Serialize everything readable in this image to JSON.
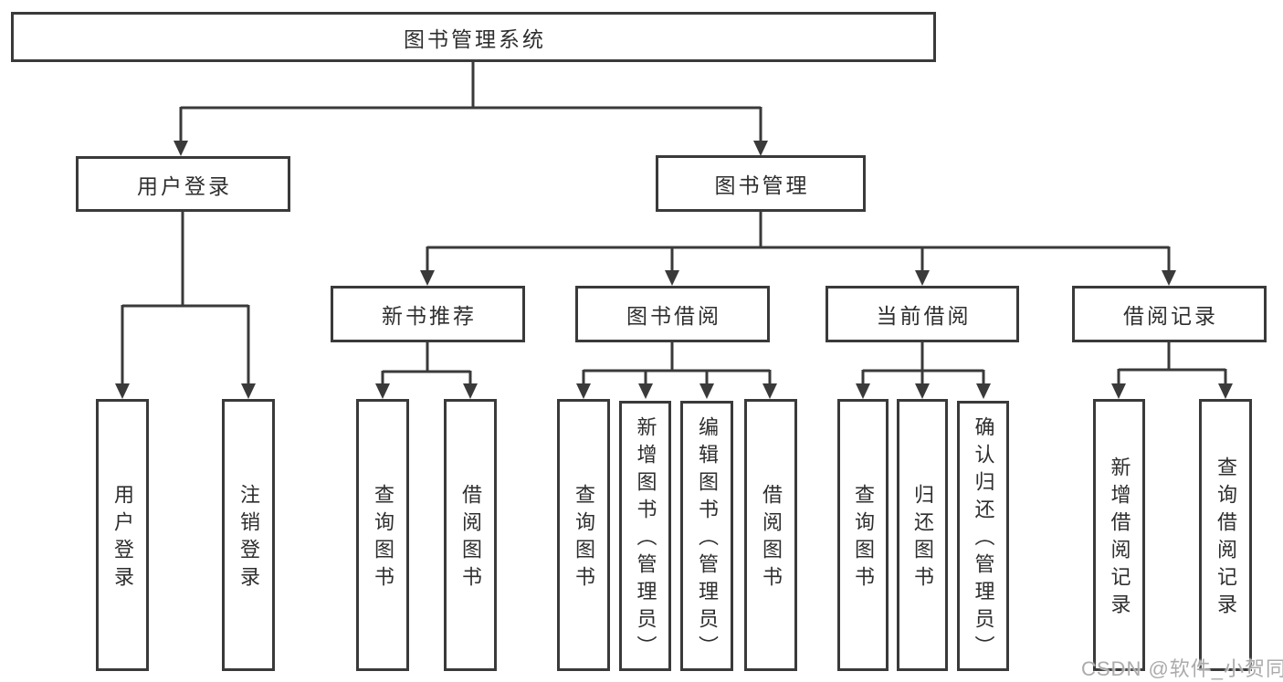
{
  "diagram": {
    "type": "hierarchy-tree",
    "root": {
      "label": "图书管理系统"
    },
    "branches": [
      {
        "id": "user-login",
        "label": "用户登录"
      },
      {
        "id": "book-management",
        "label": "图书管理"
      }
    ],
    "sections": [
      {
        "id": "new-book-recommend",
        "label": "新书推荐",
        "parent": "图书管理"
      },
      {
        "id": "book-borrow",
        "label": "图书借阅",
        "parent": "图书管理"
      },
      {
        "id": "current-borrow",
        "label": "当前借阅",
        "parent": "图书管理"
      },
      {
        "id": "borrow-records",
        "label": "借阅记录",
        "parent": "图书管理"
      }
    ],
    "leaves": [
      {
        "label": "用户登录",
        "parent": "用户登录"
      },
      {
        "label": "注销登录",
        "parent": "用户登录"
      },
      {
        "label": "查询图书",
        "parent": "新书推荐"
      },
      {
        "label": "借阅图书",
        "parent": "新书推荐"
      },
      {
        "label": "查询图书",
        "parent": "图书借阅"
      },
      {
        "label": "新增图书（管理员）",
        "parent": "图书借阅"
      },
      {
        "label": "编辑图书（管理员）",
        "parent": "图书借阅"
      },
      {
        "label": "借阅图书",
        "parent": "图书借阅"
      },
      {
        "label": "查询图书",
        "parent": "当前借阅"
      },
      {
        "label": "归还图书",
        "parent": "当前借阅"
      },
      {
        "label": "确认归还（管理员）",
        "parent": "当前借阅"
      },
      {
        "label": "新增借阅记录",
        "parent": "借阅记录"
      },
      {
        "label": "查询借阅记录",
        "parent": "借阅记录"
      }
    ]
  },
  "watermark": {
    "text": "CSDN @软件_小贺同学"
  },
  "colors": {
    "line": "#3a3a3a",
    "border": "#3a3a3a",
    "text": "#2e2e2e",
    "background": "#ffffff",
    "watermark": "#a7a7a7"
  }
}
